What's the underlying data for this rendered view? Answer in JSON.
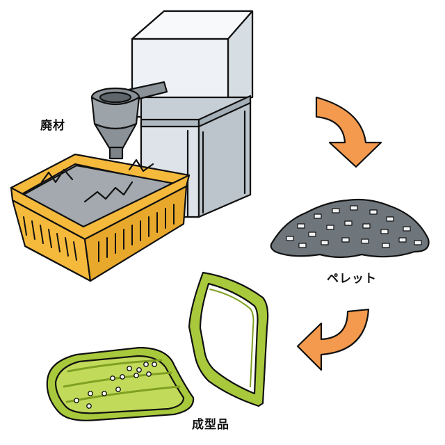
{
  "labels": {
    "waste": "廃材",
    "pellet": "ペレット",
    "molded": "成型品"
  },
  "colors": {
    "arrow": "#F39A4E",
    "crate": "#F5B93C",
    "crate_dark": "#D69A1E",
    "machine": "#EEF2F6",
    "machine_shade": "#C7CFD6",
    "pellet": "#6E767C",
    "product": "#A8C93B",
    "product_dark": "#7FA022",
    "outline": "#111111"
  },
  "icons": [
    "recycling-machine",
    "waste-crate",
    "pellet-pile",
    "molded-tray",
    "molded-frame",
    "flow-arrow"
  ]
}
